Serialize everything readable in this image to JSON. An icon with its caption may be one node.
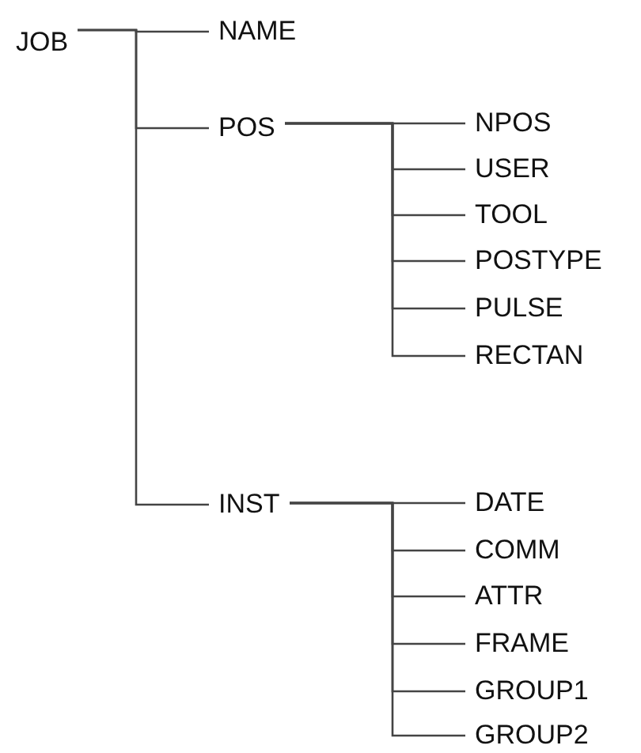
{
  "diagram": {
    "nodes": [
      {
        "text": [
          "JOB"
        ]
      },
      {
        "text": [
          "NAME"
        ]
      },
      {
        "text": [
          "POS"
        ]
      },
      {
        "text": [
          "NPOS"
        ]
      },
      {
        "text": [
          "USER"
        ]
      },
      {
        "text": [
          "TOOL"
        ]
      },
      {
        "text": [
          "POSTYPE"
        ]
      },
      {
        "text": [
          "PULSE"
        ]
      },
      {
        "text": [
          "RECTAN"
        ]
      },
      {
        "text": [
          "INST"
        ]
      },
      {
        "text": [
          "DATE"
        ]
      },
      {
        "text": [
          "COMM"
        ]
      },
      {
        "text": [
          "ATTR"
        ]
      },
      {
        "text": [
          "FRAME"
        ]
      },
      {
        "text": [
          "GROUP1"
        ]
      },
      {
        "text": [
          "GROUP2"
        ]
      }
    ],
    "edges": [
      {
        "from": 0,
        "to": 1,
        "arrow": "none"
      },
      {
        "from": 0,
        "to": 2,
        "arrow": "none"
      },
      {
        "from": 0,
        "to": 9,
        "arrow": "none"
      },
      {
        "from": 2,
        "to": 3,
        "arrow": "none"
      },
      {
        "from": 2,
        "to": 4,
        "arrow": "none"
      },
      {
        "from": 2,
        "to": 5,
        "arrow": "none"
      },
      {
        "from": 2,
        "to": 6,
        "arrow": "none"
      },
      {
        "from": 2,
        "to": 7,
        "arrow": "none"
      },
      {
        "from": 2,
        "to": 8,
        "arrow": "none"
      },
      {
        "from": 9,
        "to": 10,
        "arrow": "none"
      },
      {
        "from": 9,
        "to": 11,
        "arrow": "none"
      },
      {
        "from": 9,
        "to": 12,
        "arrow": "none"
      },
      {
        "from": 9,
        "to": 13,
        "arrow": "none"
      },
      {
        "from": 9,
        "to": 14,
        "arrow": "none"
      },
      {
        "from": 9,
        "to": 15,
        "arrow": "none"
      }
    ]
  }
}
